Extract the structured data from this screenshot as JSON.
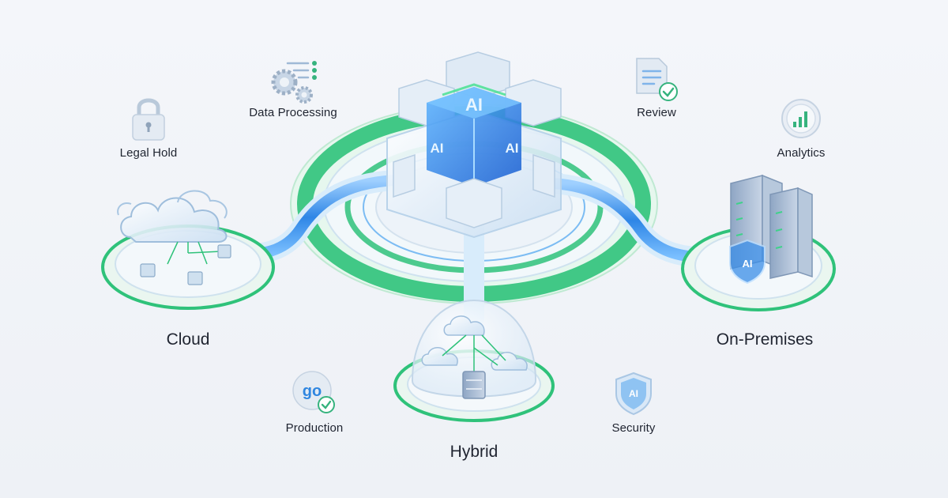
{
  "colors": {
    "background": "#f1f4f8",
    "ring_green": "#2fc27a",
    "pipe_blue": "#3a8ee8",
    "glass": "#cfe4f7",
    "text": "#1f2430",
    "check_green": "#36b37e"
  },
  "hub": {
    "cube_label": "AI",
    "side_label_left": "AI",
    "side_label_right": "AI"
  },
  "nodes": {
    "cloud": {
      "label": "Cloud"
    },
    "hybrid": {
      "label": "Hybrid"
    },
    "on_premises": {
      "label": "On-Premises",
      "shield_label": "AI"
    }
  },
  "features": [
    {
      "id": "legal-hold",
      "label": "Legal Hold",
      "icon": "lock-icon"
    },
    {
      "id": "data-processing",
      "label": "Data Processing",
      "icon": "gears-icon"
    },
    {
      "id": "review",
      "label": "Review",
      "icon": "document-check-icon"
    },
    {
      "id": "analytics",
      "label": "Analytics",
      "icon": "bar-chart-icon"
    },
    {
      "id": "production",
      "label": "Production",
      "icon": "go-check-icon",
      "icon_text": "go"
    },
    {
      "id": "security",
      "label": "Security",
      "icon": "ai-shield-icon",
      "icon_text": "AI"
    }
  ]
}
